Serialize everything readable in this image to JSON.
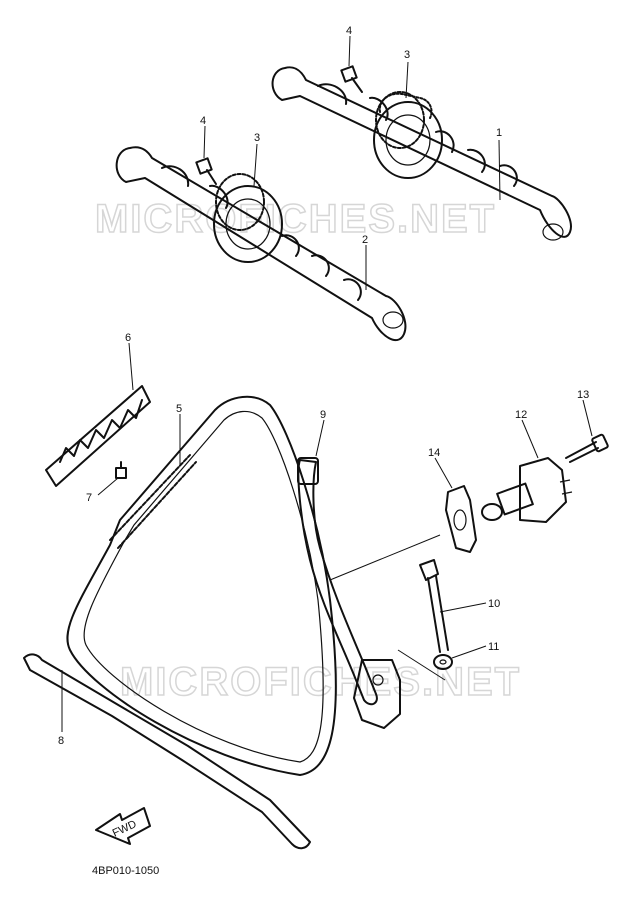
{
  "diagram": {
    "drawing_code": "4BP010-1050",
    "watermark": "MICROFICHES.NET",
    "front_arrow_label": "FWD",
    "callouts": [
      {
        "id": "c1",
        "label": "1"
      },
      {
        "id": "c2",
        "label": "2"
      },
      {
        "id": "c3a",
        "label": "3"
      },
      {
        "id": "c3b",
        "label": "3"
      },
      {
        "id": "c4a",
        "label": "4"
      },
      {
        "id": "c4b",
        "label": "4"
      },
      {
        "id": "c5",
        "label": "5"
      },
      {
        "id": "c6",
        "label": "6"
      },
      {
        "id": "c7",
        "label": "7"
      },
      {
        "id": "c8",
        "label": "8"
      },
      {
        "id": "c9",
        "label": "9"
      },
      {
        "id": "c10",
        "label": "10"
      },
      {
        "id": "c11",
        "label": "11"
      },
      {
        "id": "c12",
        "label": "12"
      },
      {
        "id": "c13",
        "label": "13"
      },
      {
        "id": "c14",
        "label": "14"
      }
    ]
  }
}
